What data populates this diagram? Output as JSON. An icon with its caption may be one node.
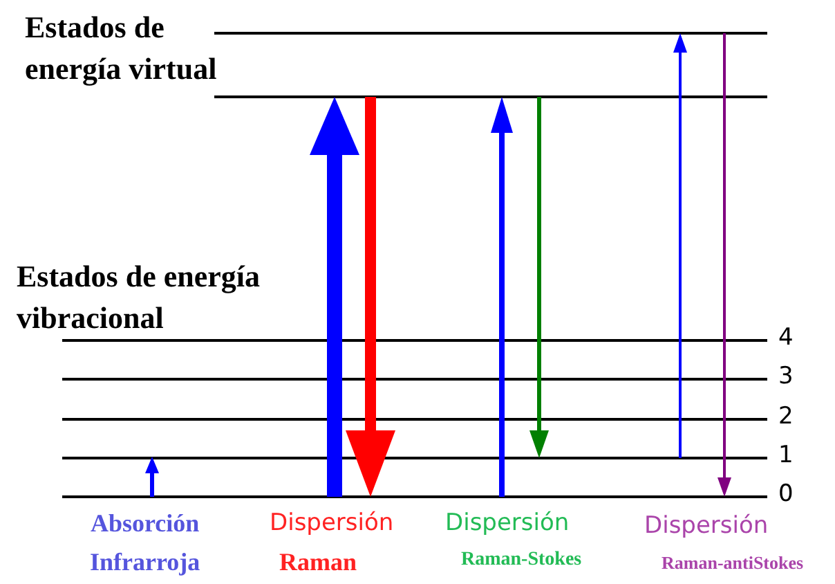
{
  "diagram": {
    "labels": [
      "Estados de energía virtual",
      "Estados de energía vibracional",
      "4",
      "3",
      "2",
      "1",
      "0",
      "Absorción",
      "Infrarroja",
      "Dispersión",
      "Raman",
      "Dispersión",
      "Raman-Stokes",
      "Dispersión",
      "Raman-antiStokes"
    ]
  }
}
